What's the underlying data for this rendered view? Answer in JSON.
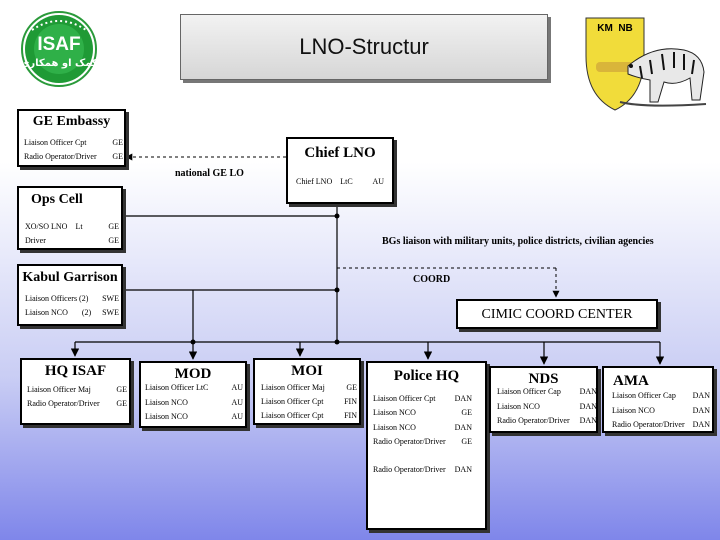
{
  "title": "LNO-Structur",
  "logos": {
    "isaf_text": "ISAF",
    "isaf_arabic": "کمک او همکاری",
    "km_nb_text": "KM  NB"
  },
  "labels": {
    "national_gelo": "national GE LO",
    "bgs_liaison": "BGs liaison with military units, police districts, civilian agencies",
    "coord": "COORD"
  },
  "chief_lno": {
    "title": "Chief LNO",
    "rows": [
      {
        "role": "Chief LNO    LtC",
        "nat": "AU"
      }
    ]
  },
  "ge_embassy": {
    "title": "GE Embassy",
    "rows": [
      {
        "role": "Liaison Officer Cpt",
        "nat": "GE"
      },
      {
        "role": "Radio Operator/Driver",
        "nat": "GE"
      }
    ]
  },
  "ops_cell": {
    "title": "Ops Cell",
    "rows": [
      {
        "role": "XO/SO LNO    Lt",
        "nat": "GE"
      },
      {
        "role": "Driver",
        "nat": "GE"
      }
    ]
  },
  "kabul_garrison": {
    "title": "Kabul Garrison",
    "rows": [
      {
        "role": "Liaison Officers (2)",
        "nat": "SWE"
      },
      {
        "role": "Liaison NCO       (2)",
        "nat": "SWE"
      }
    ]
  },
  "cimic": {
    "title": "CIMIC COORD CENTER"
  },
  "hq_isaf": {
    "title": "HQ ISAF",
    "rows": [
      {
        "role": "Liaison Officer Maj",
        "nat": "GE"
      },
      {
        "role": "Radio Operator/Driver",
        "nat": "GE"
      }
    ]
  },
  "mod": {
    "title": "MOD",
    "rows": [
      {
        "role": "Liaison Officer LtC",
        "nat": "AU"
      },
      {
        "role": "Liaison NCO",
        "nat": "AU"
      },
      {
        "role": "Liaison NCO",
        "nat": "AU"
      }
    ]
  },
  "moi": {
    "title": "MOI",
    "rows": [
      {
        "role": "Liaison Officer Maj",
        "nat": "GE"
      },
      {
        "role": "Liaison Officer Cpt",
        "nat": "FIN"
      },
      {
        "role": "Liaison Officer Cpt",
        "nat": "FIN"
      }
    ]
  },
  "police_hq": {
    "title": "Police HQ",
    "rows": [
      {
        "role": "Liaison Officer Cpt",
        "nat": "DAN"
      },
      {
        "role": "Liaison NCO",
        "nat": "GE"
      },
      {
        "role": "Liaison NCO",
        "nat": "DAN"
      },
      {
        "role": "Radio Operator/Driver",
        "nat": "GE"
      },
      {
        "role": "Radio Operator/Driver",
        "nat": "DAN"
      }
    ]
  },
  "nds": {
    "title": "NDS",
    "rows": [
      {
        "role": "Liaison Officer Cap",
        "nat": "DAN"
      },
      {
        "role": "Liaison NCO",
        "nat": "DAN"
      },
      {
        "role": "Radio Operator/Driver",
        "nat": "DAN"
      }
    ]
  },
  "ama": {
    "title": "AMA",
    "rows": [
      {
        "role": "Liaison Officer Cap",
        "nat": "DAN"
      },
      {
        "role": "Liaison NCO",
        "nat": "DAN"
      },
      {
        "role": "Radio Operator/Driver",
        "nat": "DAN"
      }
    ]
  }
}
